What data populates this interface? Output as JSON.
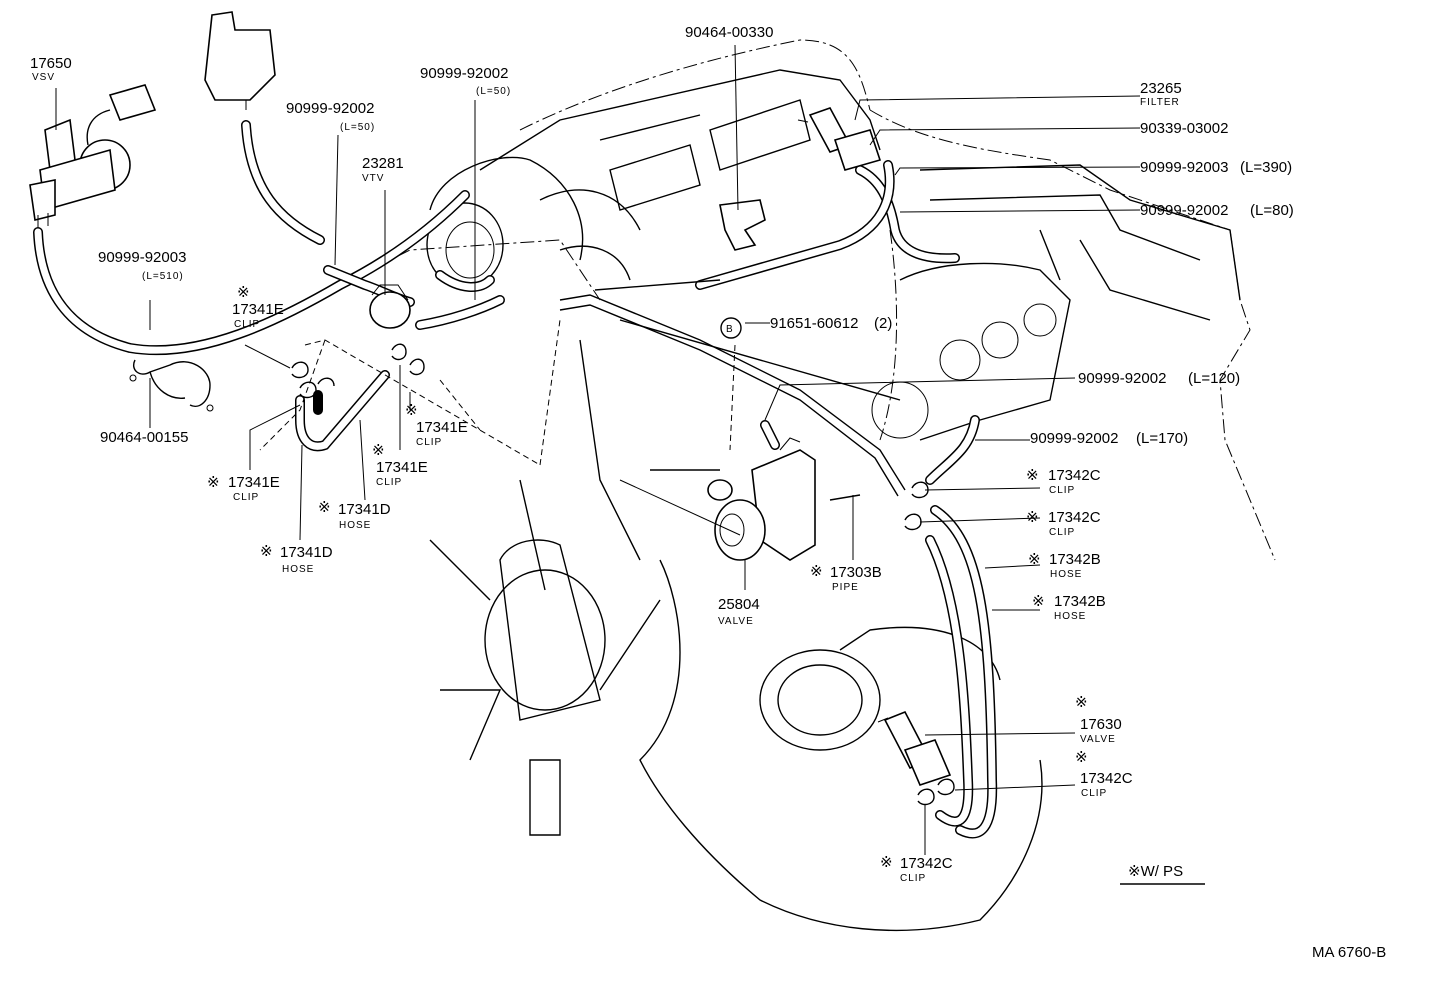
{
  "labels": {
    "l17650": {
      "num": "17650",
      "name": "VSV"
    },
    "l90999a": {
      "num": "90999-92002",
      "len": "(L=50)"
    },
    "l90999b": {
      "num": "90999-92002",
      "len": "(L=50)"
    },
    "l23281": {
      "num": "23281",
      "name": "VTV"
    },
    "l90464a": {
      "num": "90464-00330"
    },
    "l23265": {
      "num": "23265",
      "name": "FILTER"
    },
    "l90339": {
      "num": "90339-03002"
    },
    "l90999c": {
      "num": "90999-92003",
      "len": "(L=390)"
    },
    "l90999d": {
      "num": "90999-92002",
      "len": "(L=80)"
    },
    "l90999e": {
      "num": "90999-92003",
      "len": "(L=510)"
    },
    "l17341e_1": {
      "mark": "※",
      "num": "17341E",
      "name": "CLIP"
    },
    "l91651": {
      "circle": "B",
      "num": "91651-60612",
      "qty": "(2)"
    },
    "l90999f": {
      "num": "90999-92002",
      "len": "(L=120)"
    },
    "l90464b": {
      "num": "90464-00155"
    },
    "l17341e_2": {
      "mark": "※",
      "num": "17341E",
      "name": "CLIP"
    },
    "l17341e_3": {
      "mark": "※",
      "num": "17341E",
      "name": "CLIP"
    },
    "l90999g": {
      "num": "90999-92002",
      "len": "(L=170)"
    },
    "l17341e_4": {
      "mark": "※",
      "num": "17341E",
      "name": "CLIP"
    },
    "l17342c_1": {
      "mark": "※",
      "num": "17342C",
      "name": "CLIP"
    },
    "l17341d_1": {
      "mark": "※",
      "num": "17341D",
      "name": "HOSE"
    },
    "l17342c_2": {
      "mark": "※",
      "num": "17342C",
      "name": "CLIP"
    },
    "l17341d_2": {
      "mark": "※",
      "num": "17341D",
      "name": "HOSE"
    },
    "l17342b_1": {
      "mark": "※",
      "num": "17342B",
      "name": "HOSE"
    },
    "l17303b": {
      "mark": "※",
      "num": "17303B",
      "name": "PIPE"
    },
    "l25804": {
      "num": "25804",
      "name": "VALVE"
    },
    "l17342b_2": {
      "mark": "※",
      "num": "17342B",
      "name": "HOSE"
    },
    "l17630": {
      "mark": "※",
      "num": "17630",
      "name": "VALVE"
    },
    "l17342c_3": {
      "mark": "※",
      "num": "17342C",
      "name": "CLIP"
    },
    "l17342c_4": {
      "mark": "※",
      "num": "17342C",
      "name": "CLIP"
    }
  },
  "legend": {
    "text": "※W/ PS"
  },
  "diagram_code": "MA 6760-B"
}
